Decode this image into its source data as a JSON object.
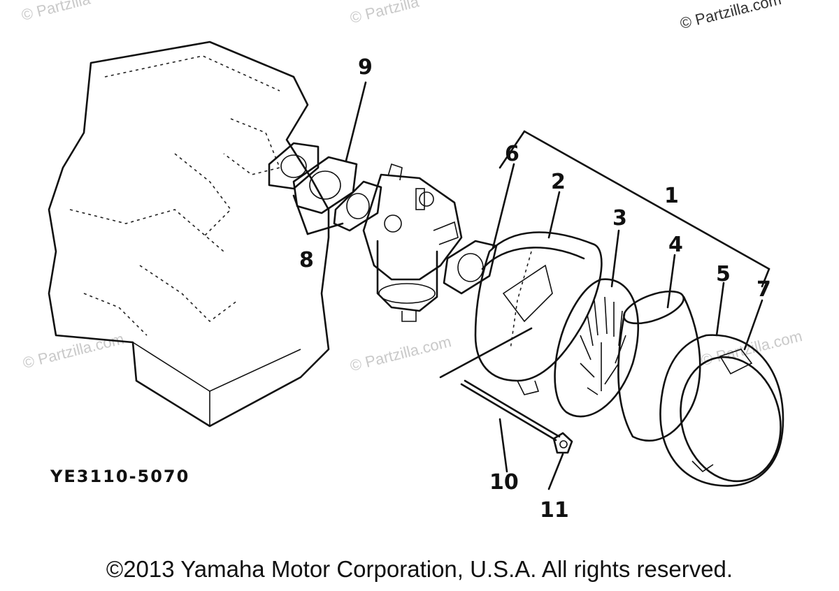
{
  "watermarks": {
    "w1": "© Partzilla",
    "w2": "© Partzilla",
    "w3": "© Partzilla.com",
    "w4": "© Partzilla.com",
    "w5": "© Partzilla.com",
    "w6": "© Partzilla.com"
  },
  "callouts": {
    "c1": "1",
    "c2": "2",
    "c3": "3",
    "c4": "4",
    "c5": "5",
    "c6": "6",
    "c7": "7",
    "c8": "8",
    "c9": "9",
    "c10": "10",
    "c11": "11"
  },
  "diagram_code": "YE3110-5070",
  "copyright": "©2013 Yamaha Motor Corporation, U.S.A. All rights reserved."
}
